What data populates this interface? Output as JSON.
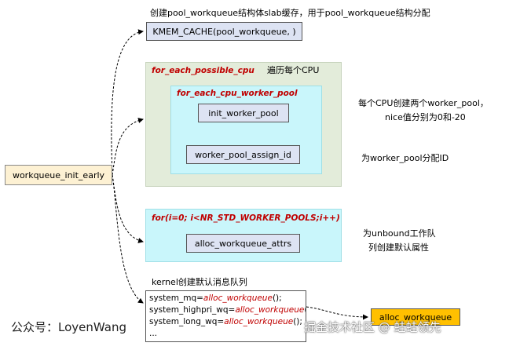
{
  "top_note": "创建pool_workqueue结构体slab缓存，用于pool_workqueue结构分配",
  "kmem_cache": "KMEM_CACHE(pool_workqueue, )",
  "possible_cpu": {
    "label": "for_each_possible_cpu",
    "note": "遍历每个CPU",
    "worker_pool": {
      "label": "for_each_cpu_worker_pool",
      "init": "init_worker_pool",
      "assign": "worker_pool_assign_id"
    }
  },
  "right_notes": {
    "worker_pool_line1": "每个CPU创建两个worker_pool，",
    "worker_pool_line2": "nice值分别为0和-20",
    "assign_id": "为worker_pool分配ID"
  },
  "entry": "workqueue_init_early",
  "unbound": {
    "label": "for(i=0; i<NR_STD_WORKER_POOLS;i++)",
    "func": "alloc_workqueue_attrs",
    "note_line1": "为unbound工作队",
    "note_line2": "列创建默认属性"
  },
  "kernel": {
    "note": "kernel创建默认消息队列",
    "lines": [
      {
        "prefix": "system_mq=",
        "fn": "alloc_workqueue",
        "suffix": "();"
      },
      {
        "prefix": "system_highpri_wq=",
        "fn": "alloc_workqueue",
        "suffix": "();"
      },
      {
        "prefix": "system_long_wq=",
        "fn": "alloc_workqueue",
        "suffix": "();"
      }
    ],
    "more": "..."
  },
  "alloc_wq_box": "alloc_workqueue",
  "watermark_left": "公众号：LoyenWang",
  "watermark_right": "掘金技术社区 @ 蛙蛙领先",
  "colors": {
    "green_region": "#e3ecda",
    "cyan_region": "#c9f6fb",
    "func_box": "#dde3f3",
    "entry_box": "#fdf1d3",
    "alloc_box": "#ffc000",
    "loop_text": "#c00000"
  }
}
